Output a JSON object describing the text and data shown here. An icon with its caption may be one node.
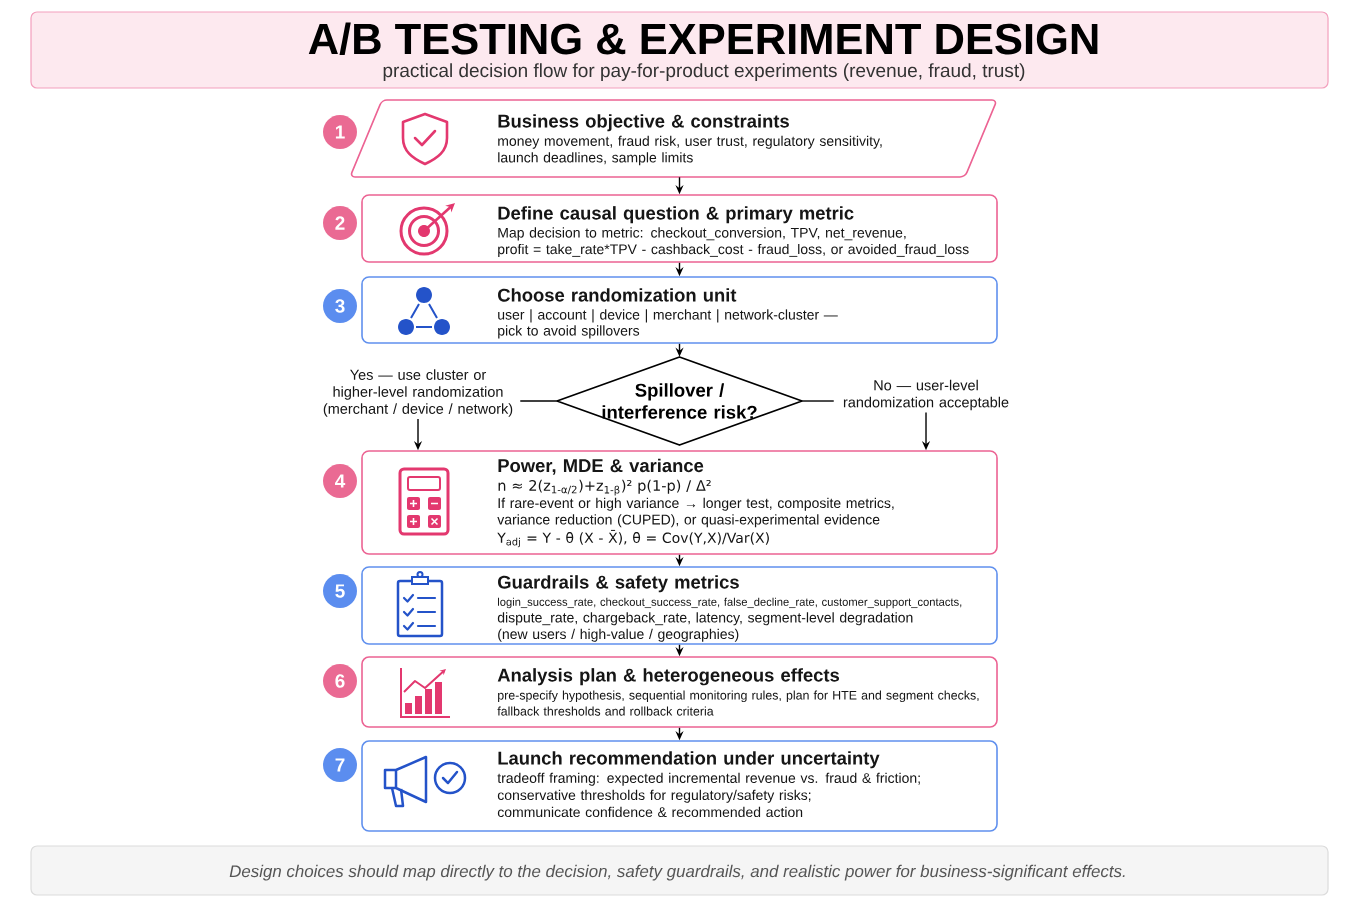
{
  "diagram": {
    "title": "A/B TESTING & EXPERIMENT DESIGN",
    "caption": "Design choices should map directly to the decision, safety guardrails, and realistic power for business-significant effects.",
    "labels": [
      "practical decision flow for pay-for-product experiments (revenue, fraud, trust)"
    ],
    "nodes": [
      {
        "text": [
          "Business objective & constraints",
          "money movement, fraud risk, user trust, regulatory sensitivity, launch deadlines, sample limits"
        ],
        "beside": [
          "1"
        ]
      },
      {
        "text": [
          "Define causal question & primary metric",
          "Map decision to metric: checkout_conversion, TPV, net_revenue,",
          "profit = take_rate*TPV - cashback_cost - fraud_loss, or avoided_fraud_loss"
        ],
        "beside": [
          "2"
        ]
      },
      {
        "text": [
          "Choose randomization unit",
          "user | account | device | merchant | network-cluster — pick to avoid spillovers"
        ],
        "beside": [
          "3"
        ]
      },
      {
        "text": [
          "Spillover / interference risk?"
        ]
      },
      {
        "text": [
          "Yes — use cluster or higher-level randomization (merchant / device / network)"
        ]
      },
      {
        "text": [
          "No — user-level randomization acceptable"
        ]
      },
      {
        "text": [
          "Power, MDE & variance",
          "n ≈ 2(z$_{1-α/2}$)+z$_{1-β}$)² p(1-p) / Δ²",
          "If rare-event or high variance → longer test, composite metrics, variance reduction (CUPED), or quasi-experimental evidence",
          "Y$_{adj}$ = Y - θ (X - X̄), θ = Cov(Y,X)/Var(X)"
        ],
        "beside": [
          "4"
        ]
      },
      {
        "text": [
          "Guardrails & safety metrics",
          "login_success_rate, checkout_success_rate, false_decline_rate, customer_support_contacts,",
          "dispute_rate, chargeback_rate, latency, segment-level degradation (new users / high-value / geographies)"
        ],
        "beside": [
          "5"
        ]
      },
      {
        "text": [
          "Analysis plan & heterogeneous effects",
          "pre-specify hypothesis, sequential monitoring rules, plan for HTE and segment checks, fallback thresholds and rollback criteria"
        ],
        "beside": [
          "6"
        ]
      },
      {
        "text": [
          "Launch recommendation under uncertainty",
          "tradeoff framing: expected incremental revenue vs. fraud & friction;",
          "conservative thresholds for regulatory/safety risks;",
          "communicate confidence & recommended action"
        ],
        "beside": [
          "7"
        ]
      }
    ],
    "edges": [
      {
        "from": 0,
        "to": 1,
        "arrow": "to"
      },
      {
        "from": 1,
        "to": 2,
        "arrow": "to"
      },
      {
        "from": 2,
        "to": 3,
        "arrow": "to"
      },
      {
        "from": 3,
        "to": 4,
        "arrow": "none"
      },
      {
        "from": 3,
        "to": 5,
        "arrow": "none"
      },
      {
        "from": 4,
        "to": 6,
        "arrow": "to"
      },
      {
        "from": 5,
        "to": 6,
        "arrow": "to"
      },
      {
        "from": 6,
        "to": 7,
        "arrow": "to"
      },
      {
        "from": 7,
        "to": 8,
        "arrow": "to"
      },
      {
        "from": 8,
        "to": 9,
        "arrow": "to"
      }
    ]
  }
}
